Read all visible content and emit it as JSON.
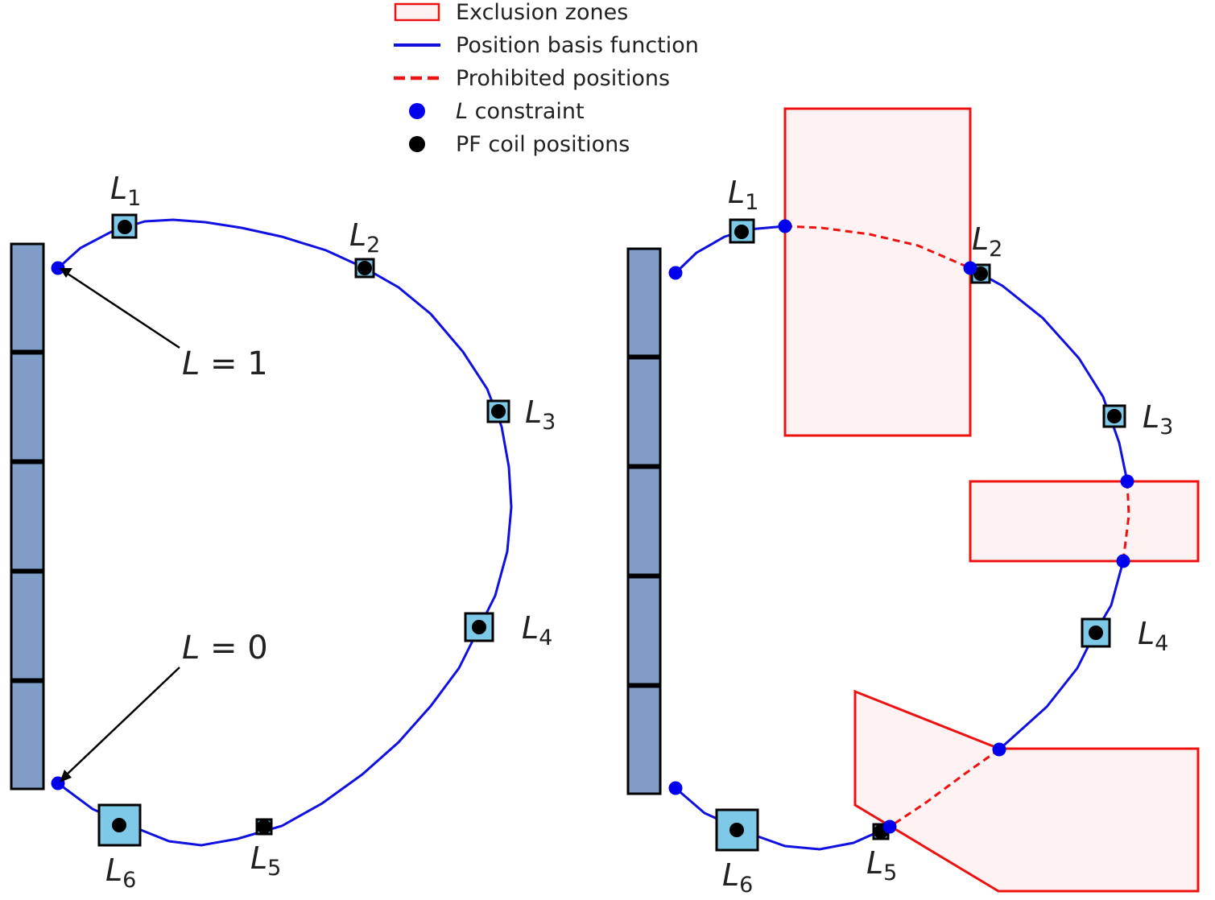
{
  "legend": {
    "exclusion_zones": "Exclusion zones",
    "position_basis_function": "Position basis function",
    "prohibited_positions": "Prohibited positions",
    "l_constraint_italic": "L",
    "l_constraint_rest": " constraint",
    "pf_coil_positions": "PF coil positions"
  },
  "coil_labels": {
    "letter": "L",
    "subscripts": [
      "1",
      "2",
      "3",
      "4",
      "5",
      "6"
    ]
  },
  "annotations": {
    "l_equals_one": {
      "var": "L",
      "rest": " = 1"
    },
    "l_equals_zero": {
      "var": "L",
      "rest": " = 0"
    }
  },
  "colors": {
    "basis_line": "#1010e0",
    "prohibited_line": "#ee1111",
    "exclusion_fill": "#fff2f2",
    "exclusion_edge": "#ee1111",
    "coil_fill": "#7ec8e8",
    "cs_module_fill": "#7f9dc6",
    "marker_black": "#000000",
    "marker_blue": "#0000ee"
  }
}
